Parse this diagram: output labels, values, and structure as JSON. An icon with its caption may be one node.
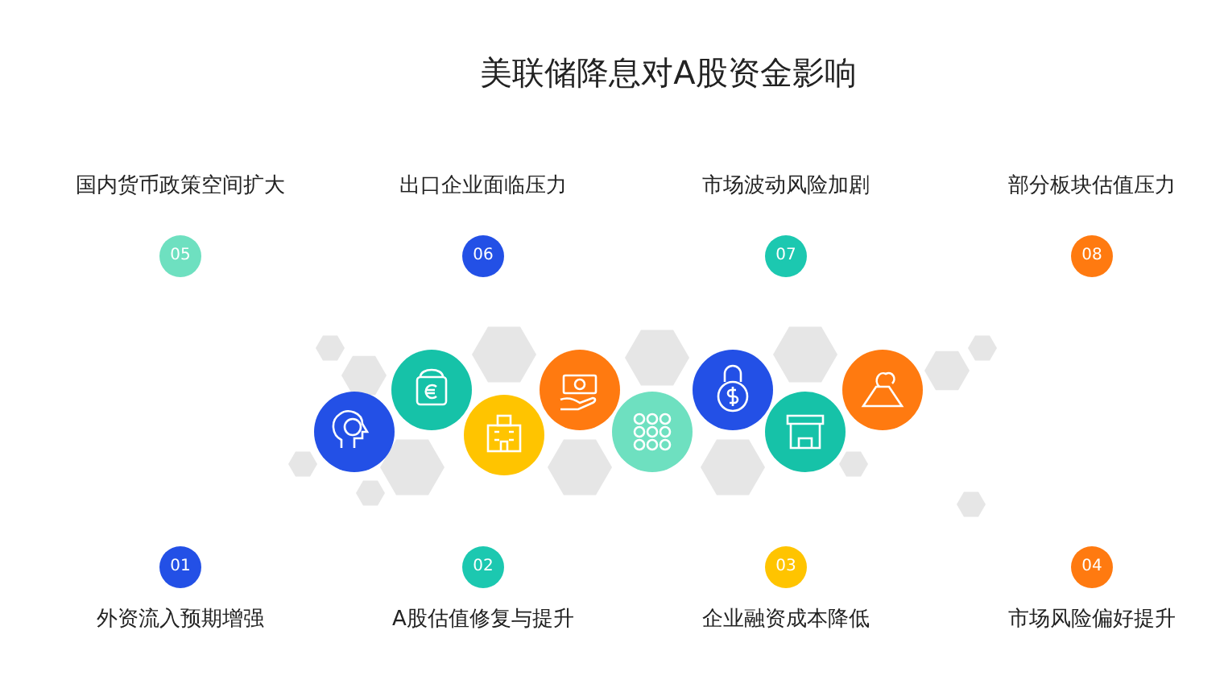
{
  "diagram": {
    "title": "美联储降息对A股资金影响",
    "nodes": [
      {
        "text": [
          "05"
        ],
        "beside": [
          "国内货币政策空间扩大"
        ]
      },
      {
        "text": [
          "06"
        ],
        "beside": [
          "出口企业面临压力"
        ]
      },
      {
        "text": [
          "07"
        ],
        "beside": [
          "市场波动风险加剧"
        ]
      },
      {
        "text": [
          "08"
        ],
        "beside": [
          "部分板块估值压力"
        ]
      },
      {
        "text": [
          "01"
        ],
        "beside": [
          "外资流入预期增强"
        ]
      },
      {
        "text": [
          "02"
        ],
        "beside": [
          "A股估值修复与提升"
        ]
      },
      {
        "text": [
          "03"
        ],
        "beside": [
          "企业融资成本降低"
        ]
      },
      {
        "text": [
          "04"
        ],
        "beside": [
          "市场风险偏好提升"
        ]
      }
    ]
  }
}
